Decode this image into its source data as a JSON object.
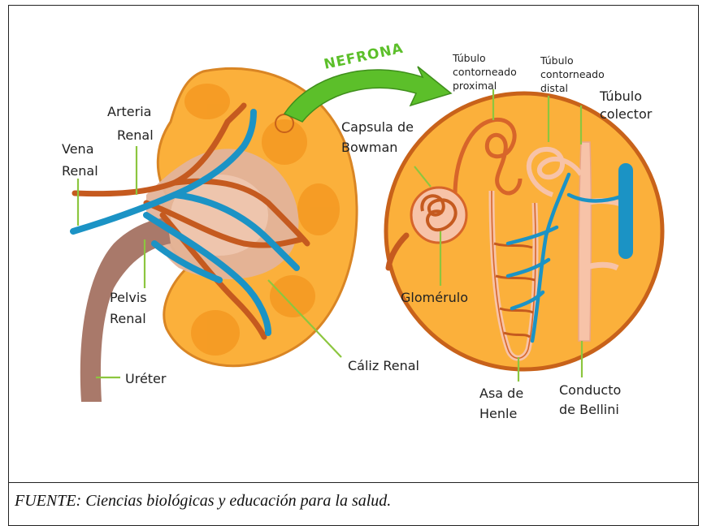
{
  "labels": {
    "arteria_renal": [
      "Arteria",
      "Renal"
    ],
    "vena_renal": [
      "Vena",
      "Renal"
    ],
    "pelvis_renal": [
      "Pelvis",
      "Renal"
    ],
    "ureter": "Uréter",
    "caliz_renal": "Cáliz Renal",
    "nefrona": "NEFRONA",
    "capsula_bowman": [
      "Capsula de",
      "Bowman"
    ],
    "tubulo_proximal": [
      "Túbulo",
      "contorneado",
      "proximal"
    ],
    "tubulo_distal": [
      "Túbulo",
      "contorneado",
      "distal"
    ],
    "tubulo_colector": [
      "Túbulo",
      "colector"
    ],
    "glomerulo": "Glomérulo",
    "asa_henle": [
      "Asa de",
      "Henle"
    ],
    "conducto_bellini": [
      "Conducto",
      "de Bellini"
    ]
  },
  "caption": "FUENTE: Ciencias biológicas y educación para la salud.",
  "colors": {
    "cortex": "#fbb03b",
    "cortex_edge": "#d98524",
    "pyramid": "#f59a23",
    "pelvis": "#d9a58b",
    "artery": "#c55a1f",
    "vein": "#1b93c5",
    "ureter": "#a9796a",
    "leader": "#8cc63f",
    "arrow": "#5cbf2a",
    "nephron_bg": "#fbb03b",
    "nephron_edge": "#c8621a",
    "tubule": "#f7c3a8"
  }
}
